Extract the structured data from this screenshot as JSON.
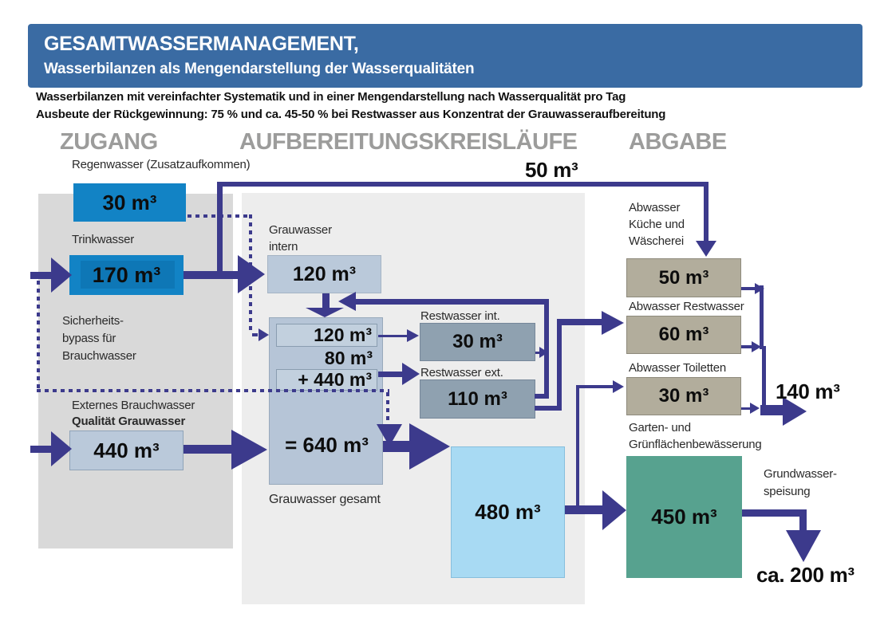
{
  "banner": {
    "title_line1": "GESAMTWASSERMANAGEMENT,",
    "title_line2": "Wasserbilanzen als Mengendarstellung der Wasserqualitäten"
  },
  "intro": {
    "line1": "Wasserbilanzen mit vereinfachter Systematik und in einer Mengendarstellung nach Wasserqualität pro Tag",
    "line2": "Ausbeute der Rückgewinnung: 75 % und ca. 45-50 % bei Restwasser aus Konzentrat der Grauwasseraufbereitung"
  },
  "columns": {
    "left": "ZUGANG",
    "middle": "AUFBEREITUNGSKREISLÄUFE",
    "right": "ABGABE"
  },
  "zugang": {
    "regenwasser": {
      "label": "Regenwasser (Zusatzaufkommen)",
      "value": "30 m³"
    },
    "trinkwasser": {
      "label": "Trinkwasser",
      "value": "170 m³"
    },
    "bypass": {
      "line1": "Sicherheits-",
      "line2": "bypass für",
      "line3": "Brauchwasser"
    },
    "extern": {
      "label1": "Externes Brauchwasser",
      "label2": "Qualität Grauwasser",
      "value": "440 m³"
    }
  },
  "aufbereitung": {
    "grauwasser_intern": {
      "label1": "Grauwasser",
      "label2": "intern",
      "value": "120 m³"
    },
    "mischung": {
      "v1": "120 m³",
      "v2": "80 m³",
      "v3": "+ 440 m³",
      "sum": "= 640 m³",
      "label": "Grauwasser gesamt"
    },
    "restwasser_int": {
      "label": "Restwasser int.",
      "value": "30 m³"
    },
    "restwasser_ext": {
      "label": "Restwasser ext.",
      "value": "110 m³"
    },
    "speicher": {
      "value": "480 m³"
    }
  },
  "abgabe": {
    "kueche": {
      "label1": "Abwasser",
      "label2": "Küche und",
      "label3": "Wäscherei",
      "value": "50 m³"
    },
    "restwasser": {
      "label": "Abwasser Restwasser",
      "value": "60 m³"
    },
    "toiletten": {
      "label": "Abwasser Toiletten",
      "value": "30 m³"
    },
    "garten": {
      "label1": "Garten- und",
      "label2": "Grünflächenbewässerung",
      "value": "450 m³"
    },
    "grundwasser": {
      "label1": "Grundwasser-",
      "label2": "speisung"
    }
  },
  "flows": {
    "regen_to_abgabe": "50 m³",
    "abwasser_summe": "140 m³",
    "grundwasser_menge": "ca. 200 m³"
  },
  "colors": {
    "banner_blue": "#3a6ba3",
    "arrow_navy": "#3c3a8c",
    "bright_blue_box": "#1283c5",
    "lightblue_box": "#bac9da",
    "grayblue_box": "#8fa1b0",
    "tan_box": "#b2ad9c",
    "teal_box": "#57a28f",
    "sky_box": "#a8daf3",
    "panel_left": "#d9d9d9",
    "panel_mid": "#ededed",
    "heading_gray": "#9c9c9b"
  }
}
